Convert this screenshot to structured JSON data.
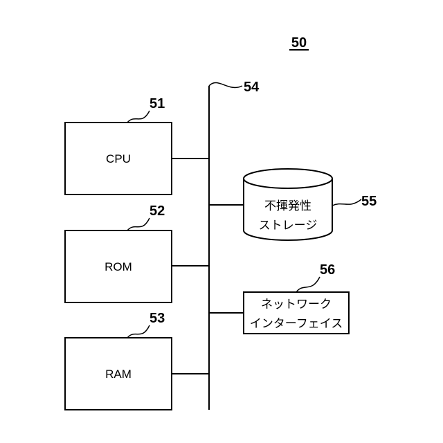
{
  "figure": {
    "number": "50"
  },
  "bus": {
    "ref": "54"
  },
  "blocks": [
    {
      "ref": "51",
      "label": "CPU"
    },
    {
      "ref": "52",
      "label": "ROM"
    },
    {
      "ref": "53",
      "label": "RAM"
    }
  ],
  "storage": {
    "ref": "55",
    "label_line1": "不揮発性",
    "label_line2": "ストレージ"
  },
  "network": {
    "ref": "56",
    "label_line1": "ネットワーク",
    "label_line2": "インターフェイス"
  }
}
